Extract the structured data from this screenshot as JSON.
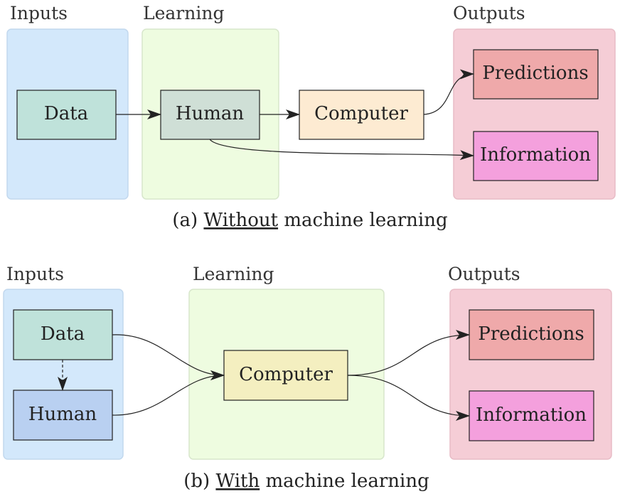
{
  "panel_a": {
    "labels": {
      "inputs": "Inputs",
      "learning": "Learning",
      "outputs": "Outputs"
    },
    "nodes": {
      "data": "Data",
      "human": "Human",
      "computer": "Computer",
      "predictions": "Predictions",
      "information": "Information"
    },
    "caption": {
      "prefix": "(a)",
      "emphasis": "Without",
      "rest": "machine learning"
    }
  },
  "panel_b": {
    "labels": {
      "inputs": "Inputs",
      "learning": "Learning",
      "outputs": "Outputs"
    },
    "nodes": {
      "data": "Data",
      "human": "Human",
      "computer": "Computer",
      "predictions": "Predictions",
      "information": "Information"
    },
    "caption": {
      "prefix": "(b)",
      "emphasis": "With",
      "rest": "machine learning"
    }
  },
  "colors": {
    "inputs_region": "#d3e8fb",
    "learning_region": "#eefce0",
    "outputs_region": "#f5cdd6",
    "data_node": "#bfe2da",
    "human_node_a": "#cfdfd6",
    "human_node_b": "#b9d0f1",
    "computer_node_a": "#fdebd2",
    "computer_node_b": "#f4efc0",
    "predictions_node": "#efa9aa",
    "information_node": "#f4a0dd"
  }
}
